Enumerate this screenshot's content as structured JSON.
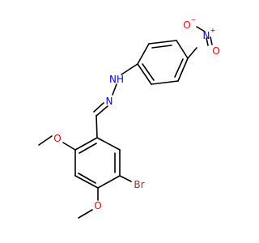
{
  "structure": {
    "atoms": {
      "O_nitro_top": {
        "text": "O",
        "charge": "−",
        "color": "#ff0000"
      },
      "N_nitro": {
        "text": "N",
        "charge": "+",
        "color": "#0000ff"
      },
      "O_nitro_right": {
        "text": "O",
        "color": "#ff0000"
      },
      "NH": {
        "text": "NH",
        "color": "#0000ff"
      },
      "N_imine": {
        "text": "N",
        "color": "#0000ff"
      },
      "O_methoxy_upper": {
        "text": "O",
        "color": "#ff0000"
      },
      "Br": {
        "text": "Br",
        "color": "#a52a2a"
      },
      "O_methoxy_lower": {
        "text": "O",
        "color": "#ff0000"
      }
    },
    "bond_color": "#000000"
  }
}
